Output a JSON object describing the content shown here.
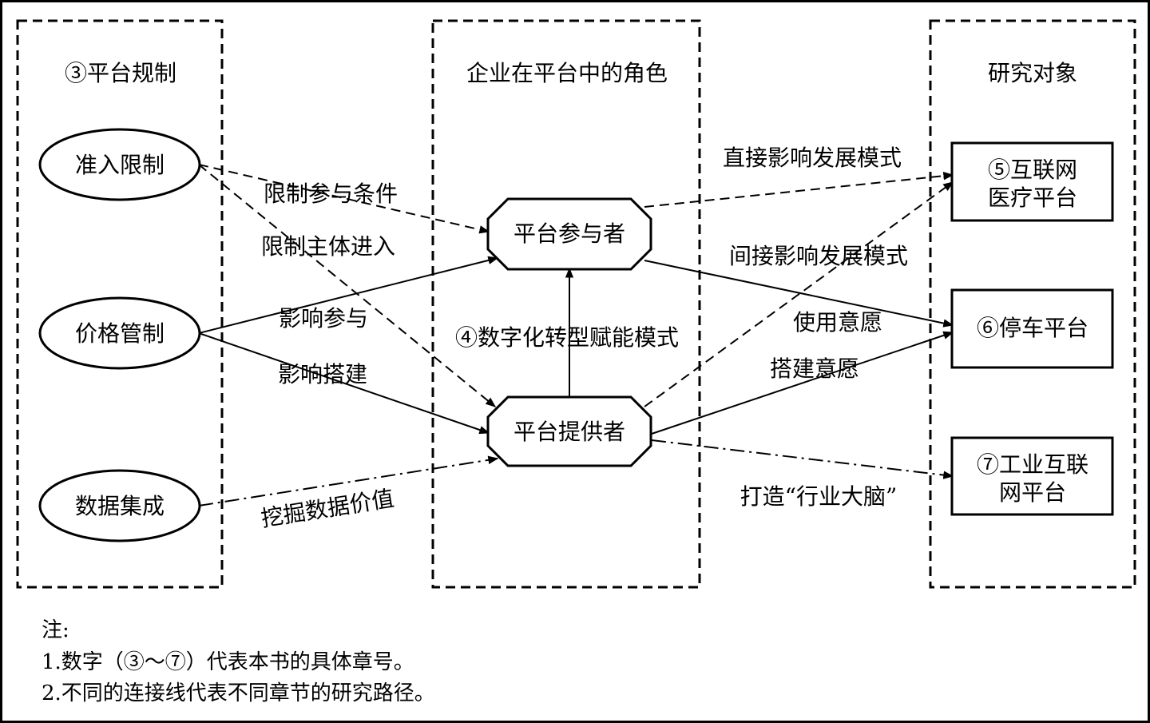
{
  "columns": {
    "regulation": "③平台规制",
    "role": "企业在平台中的角色",
    "object": "研究对象"
  },
  "regulations": {
    "access": "准入限制",
    "price": "价格管制",
    "data": "数据集成"
  },
  "roles": {
    "participant": "平台参与者",
    "provider": "平台提供者"
  },
  "objects": {
    "medical": [
      "⑤互联网",
      "医疗平台"
    ],
    "parking": "⑥停车平台",
    "industrial": [
      "⑦工业互联",
      "网平台"
    ]
  },
  "edge_labels": {
    "restrict_conditions": "限制参与条件",
    "restrict_entry": "限制主体进入",
    "affect_participation": "影响参与",
    "affect_construction": "影响搭建",
    "mine_data_value": "挖掘数据价值",
    "digital_empower": "④数字化转型赋能模式",
    "direct_impact": "直接影响发展模式",
    "indirect_impact": "间接影响发展模式",
    "use_intention": "使用意愿",
    "build_intention": "搭建意愿",
    "industry_brain": "打造“行业大脑”"
  },
  "notes": {
    "title": "注:",
    "line1": "1.数字（③～⑦）代表本书的具体章号。",
    "line2": "2.不同的连接线代表不同章节的研究路径。"
  }
}
